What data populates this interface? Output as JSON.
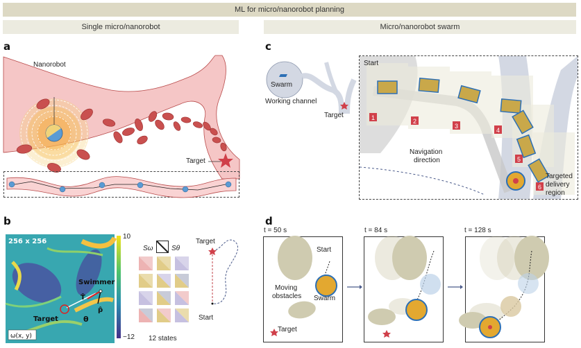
{
  "header": {
    "title": "ML for micro/nanorobot planning"
  },
  "sections": {
    "left": "Single micro/nanorobot",
    "right": "Micro/nanorobot swarm"
  },
  "panel_a": {
    "label": "a",
    "nanorobot_label": "Nanorobot",
    "target_label": "Target"
  },
  "panel_b": {
    "label": "b",
    "grid_size": "256 x 256",
    "field_label": "ω(x, y)",
    "colorbar_max": "10",
    "colorbar_min": "−12",
    "swimmer_label": "Swimmer",
    "target_label": "Target",
    "t_hat": "T̂",
    "p_hat": "p̂",
    "theta": "θ",
    "s_omega": "Sω",
    "s_theta": "Sθ",
    "states_label": "12 states",
    "traj_target": "Target",
    "traj_start": "Start"
  },
  "panel_c": {
    "label": "c",
    "swarm_label": "Swarm",
    "working_channel": "Working channel",
    "target_label": "Target",
    "start_label": "Start",
    "navigation_label": "Navigation\ndirection",
    "nav_line1": "Navigation",
    "nav_line2": "direction",
    "delivery_line1": "Targeted",
    "delivery_line2": "delivery",
    "delivery_line3": "region",
    "steps": [
      "1",
      "2",
      "3",
      "4",
      "5",
      "6"
    ]
  },
  "panel_d": {
    "label": "d",
    "frames": [
      {
        "time": "t = 50 s"
      },
      {
        "time": "t = 84 s"
      },
      {
        "time": "t = 128 s"
      }
    ],
    "start_label": "Start",
    "obstacles_line1": "Moving",
    "obstacles_line2": "obstacles",
    "swarm_label": "Swarm",
    "target_label": "Target"
  },
  "colors": {
    "header_bg": "#ddd9c4",
    "subheader_bg": "#ecebe0",
    "vessel": "#f6c9c9",
    "rbc": "#c9504f",
    "target_star": "#d0404a",
    "channel": "#d3d8e3",
    "step_badge": "#d1404a",
    "obstacle": "#cfcbb0"
  }
}
